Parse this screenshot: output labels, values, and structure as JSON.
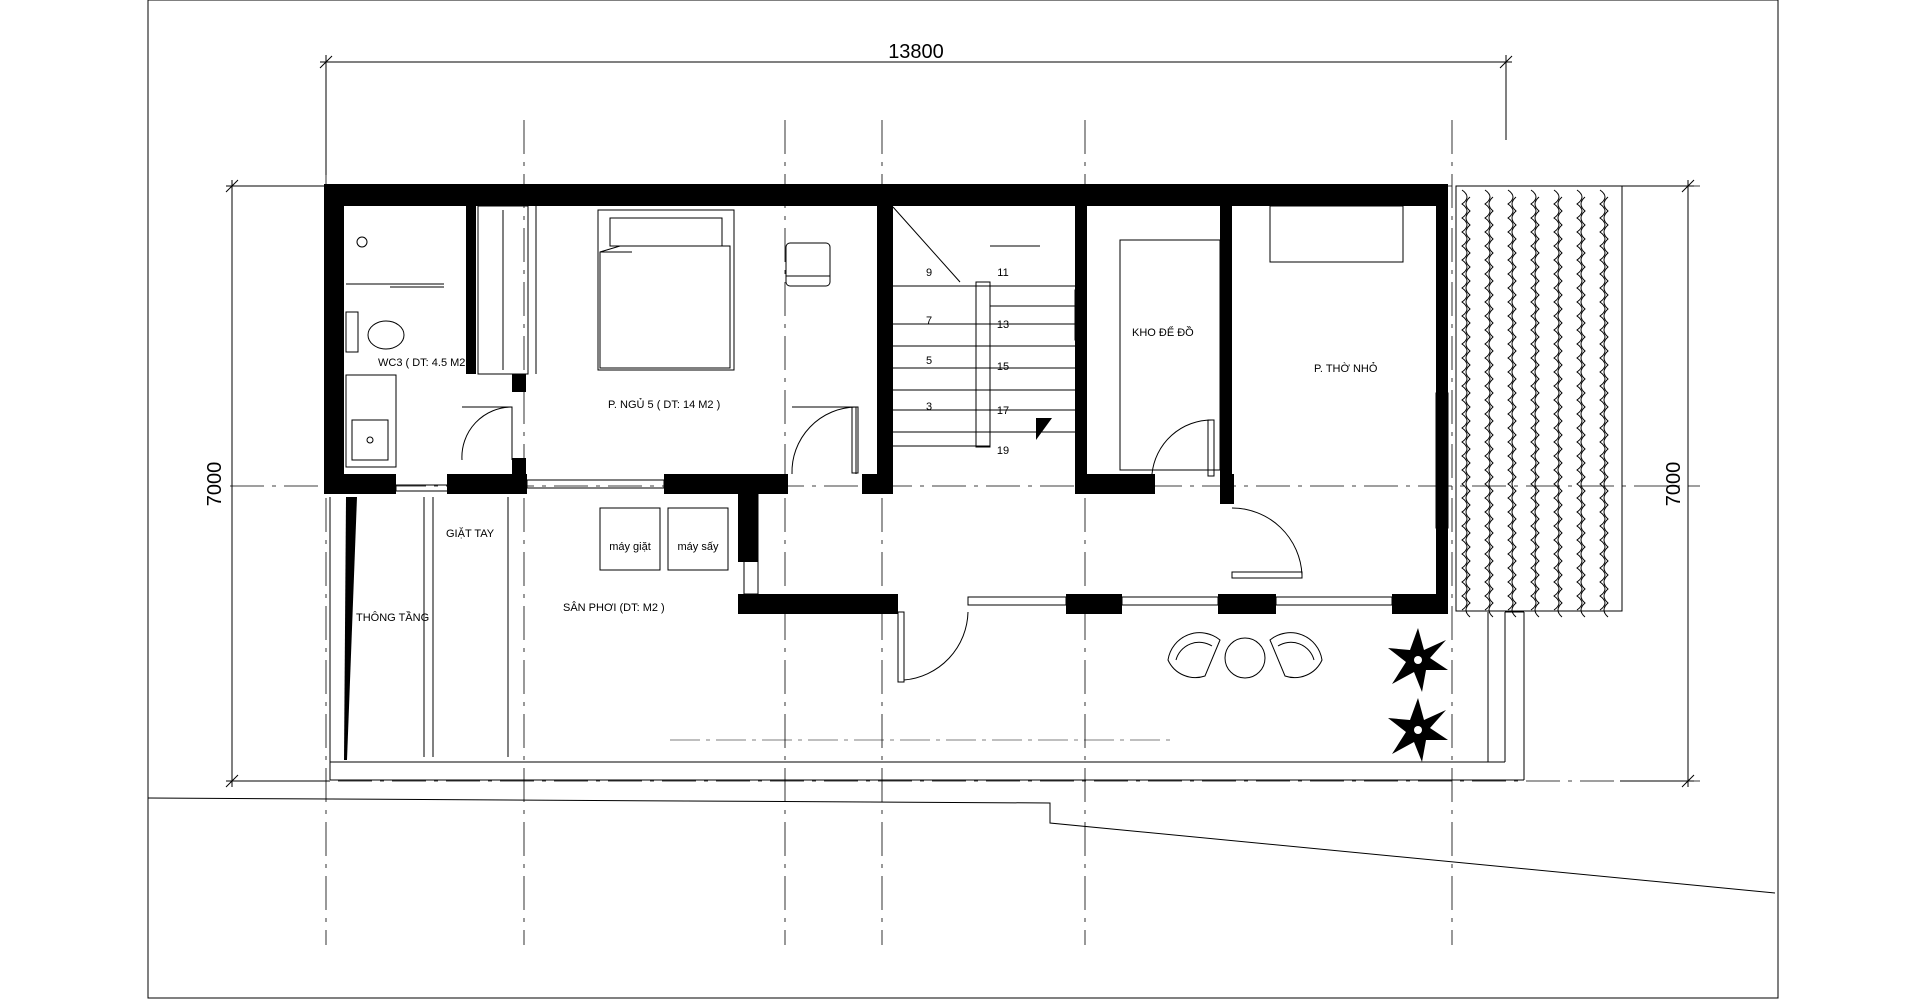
{
  "dimensions": {
    "width_label": "13800",
    "height_left_label": "7000",
    "height_right_label": "7000"
  },
  "rooms": {
    "wc3": "WC3 ( DT: 4.5 M2 )",
    "bedroom5": "P. NGỦ 5 ( DT: 14 M2 )",
    "storage": "KHO ĐỂ ĐỒ",
    "altar_room": "P. THỜ NHỎ",
    "hand_wash": "GIẶT TAY",
    "void": "THÔNG TẦNG",
    "drying_yard": "SÂN PHƠI (DT: M2 )"
  },
  "appliances": {
    "washer": "máy giặt",
    "dryer": "máy sấy"
  },
  "stairs": {
    "steps_left": [
      "9",
      "7",
      "5",
      "3"
    ],
    "steps_right": [
      "11",
      "13",
      "15",
      "17",
      "19"
    ]
  },
  "colors": {
    "line": "#000000",
    "background": "#ffffff"
  }
}
